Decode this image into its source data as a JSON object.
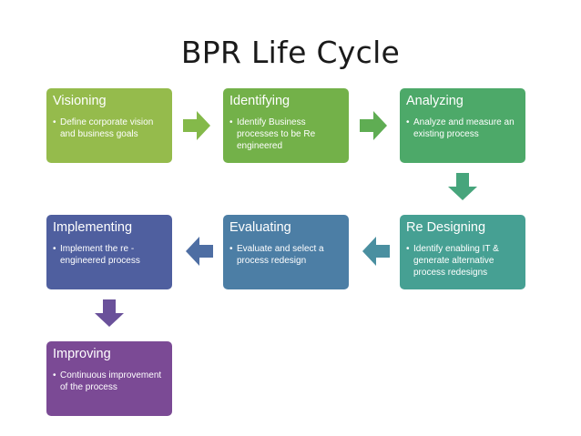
{
  "title": "BPR Life Cycle",
  "steps": [
    {
      "name": "Visioning",
      "bullet": "Define corporate vision and business goals",
      "color": "#95bb4c"
    },
    {
      "name": "Identifying",
      "bullet": "Identify Business processes to be Re engineered",
      "color": "#73b149"
    },
    {
      "name": "Analyzing",
      "bullet": "Analyze and measure an existing process",
      "color": "#4da969"
    },
    {
      "name": "Re Designing",
      "bullet": "Identify enabling IT & generate alternative process redesigns",
      "color": "#46a093"
    },
    {
      "name": "Evaluating",
      "bullet": "Evaluate and select a process redesign",
      "color": "#4c7ea5"
    },
    {
      "name": "Implementing",
      "bullet": "Implement the re - engineered process",
      "color": "#4f5f9f"
    },
    {
      "name": "Improving",
      "bullet": "Continuous improvement of the process",
      "color": "#7b4a95"
    }
  ],
  "bullet_char": "•"
}
